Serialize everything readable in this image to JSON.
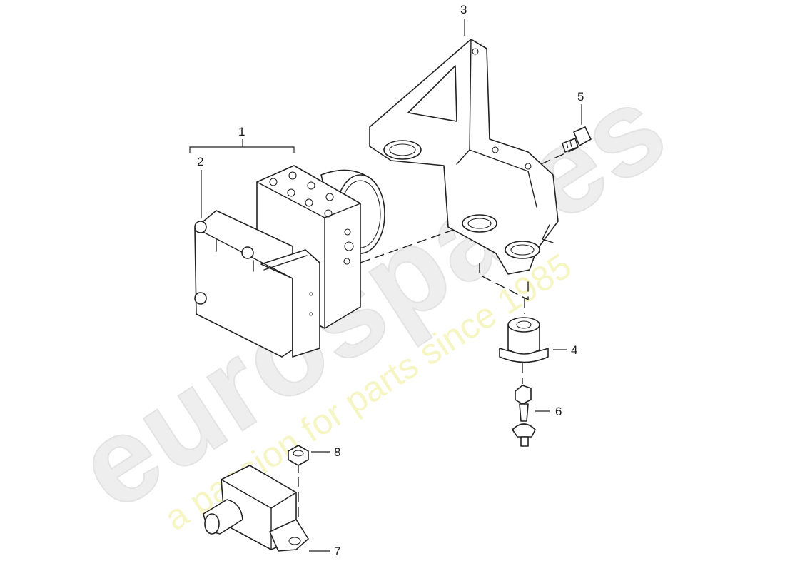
{
  "watermark": {
    "brand": "eurospares",
    "tagline": "a passion for parts since 1985"
  },
  "callouts": {
    "c1": "1",
    "c2": "2",
    "c3": "3",
    "c4": "4",
    "c5": "5",
    "c6": "6",
    "c7": "7",
    "c8": "8"
  }
}
